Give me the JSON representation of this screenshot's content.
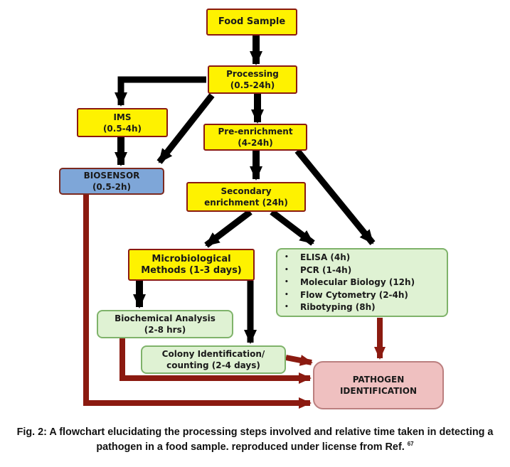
{
  "diagram": {
    "food_sample": "Food Sample",
    "processing": [
      "Processing",
      "(0.5-24h)"
    ],
    "ims": [
      "IMS",
      "(0.5-4h)"
    ],
    "pre_enrichment": [
      "Pre-enrichment",
      "(4-24h)"
    ],
    "biosensor": [
      "BIOSENSOR",
      "(0.5-2h)"
    ],
    "secondary_enrichment": [
      "Secondary",
      "enrichment (24h)"
    ],
    "microbiological_methods": [
      "Microbiological",
      "Methods (1-3 days)"
    ],
    "rapid_methods": [
      "ELISA (4h)",
      "PCR (1-4h)",
      "Molecular Biology (12h)",
      "Flow Cytometry (2-4h)",
      "Ribotyping (8h)"
    ],
    "biochemical_analysis": [
      "Biochemical Analysis",
      "(2-8 hrs)"
    ],
    "colony_identification": [
      "Colony Identification/",
      "counting (2-4 days)"
    ],
    "pathogen_identification": [
      "PATHOGEN",
      "IDENTIFICATION"
    ],
    "bullet_symbol": "•"
  },
  "colors": {
    "yellow_box": "#fef200",
    "blue_box": "#7ea6d8",
    "green_box": "#dff2d3",
    "pink_box": "#efc0c0",
    "black_arrow": "#000000",
    "red_arrow": "#8b1a10"
  },
  "caption": {
    "text": "Fig. 2: A flowchart elucidating the processing steps involved and relative time taken in detecting a pathogen in a food sample. reproduced under license from Ref.",
    "ref": "67"
  }
}
